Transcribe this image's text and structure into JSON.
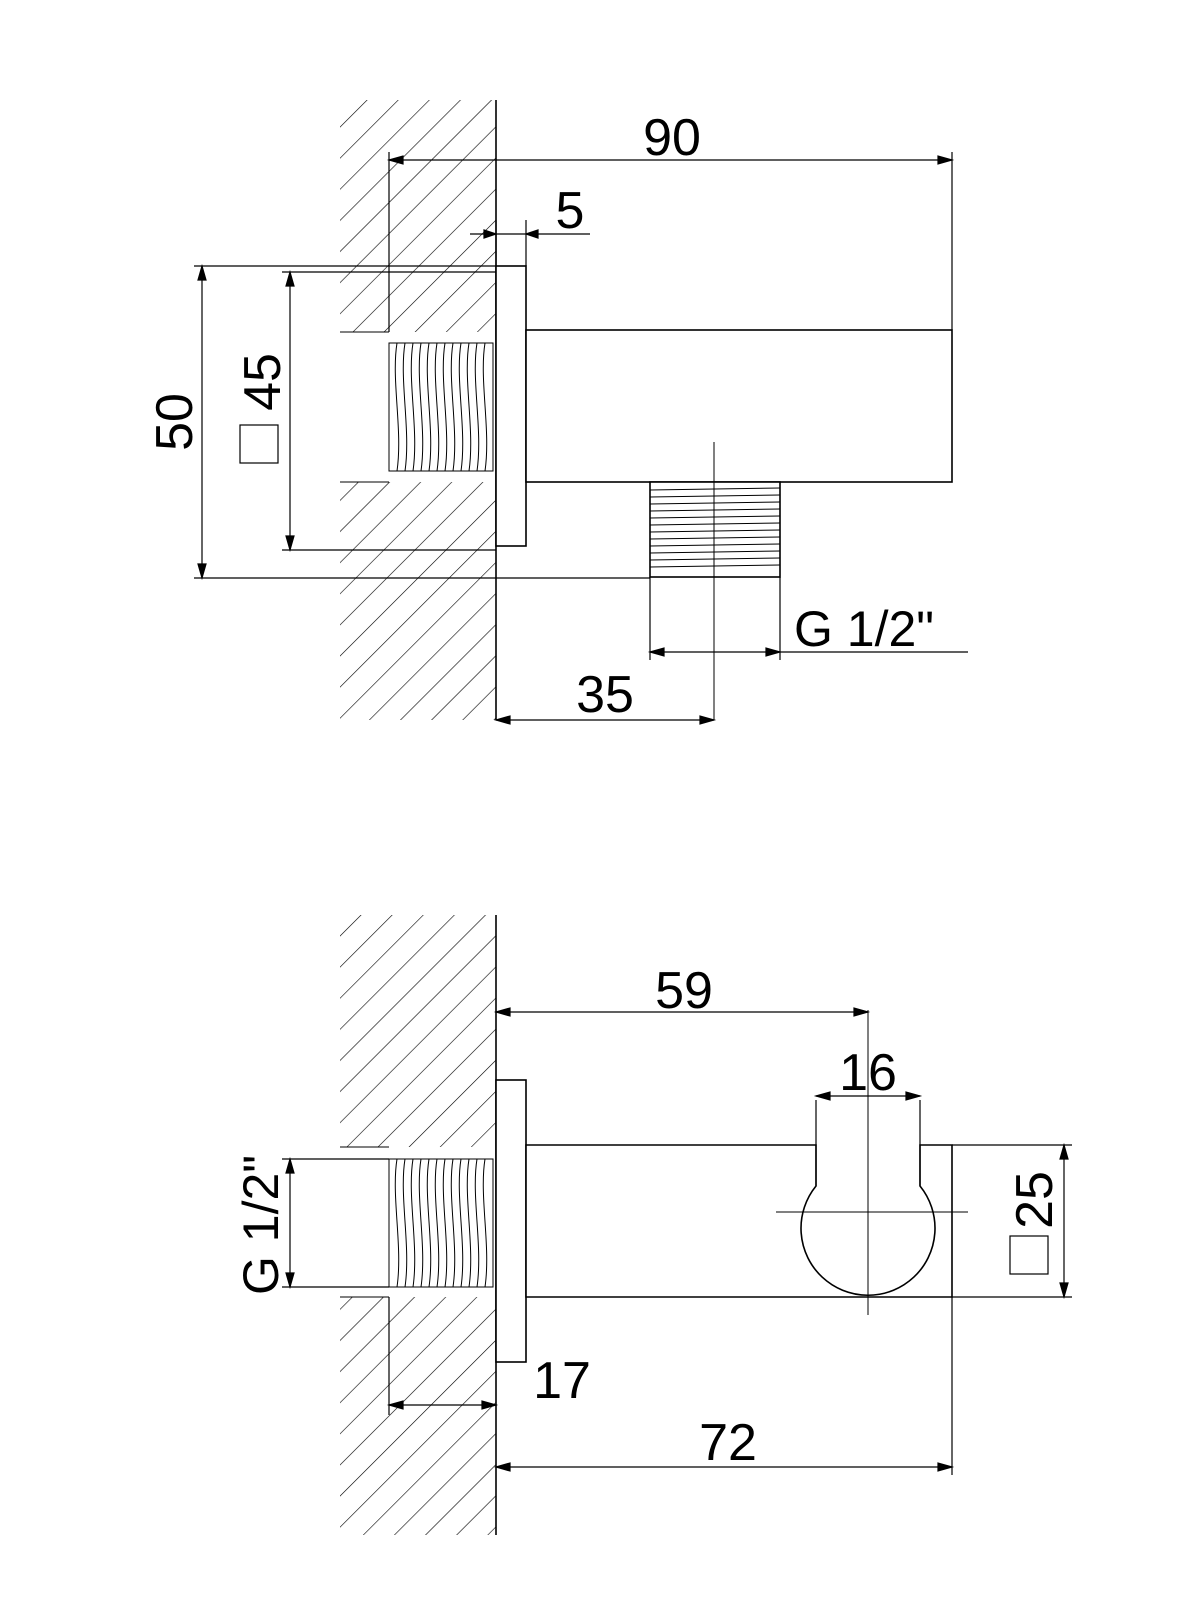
{
  "top_view": {
    "dim_length": "90",
    "dim_flange": "5",
    "dim_height_outer": "50",
    "dim_square": "45",
    "dim_outlet_offset": "35",
    "thread_label": "G 1/2\""
  },
  "bottom_view": {
    "dim_hook_offset": "59",
    "dim_hook_width": "16",
    "dim_square": "25",
    "dim_thread_depth": "17",
    "dim_length": "72",
    "thread_label": "G 1/2\""
  },
  "colors": {
    "line": "#000000",
    "background": "#ffffff"
  }
}
